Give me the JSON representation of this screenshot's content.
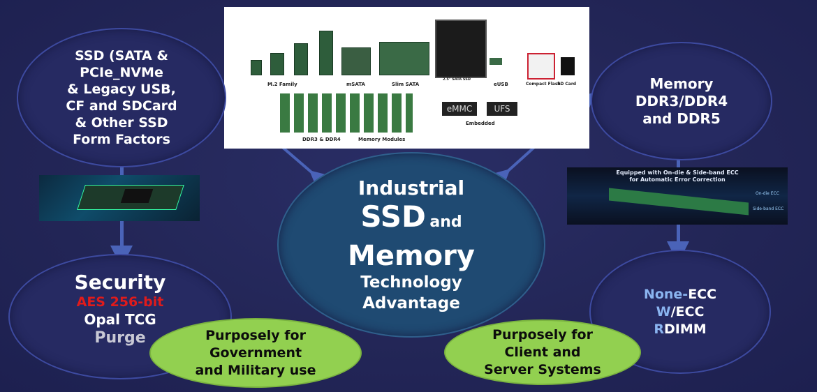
{
  "center": {
    "line1": "Industrial",
    "line2_big": "SSD",
    "line2_small": "and",
    "line3": "Memory",
    "line4": "Technology",
    "line5": "Advantage"
  },
  "ssd_circle": {
    "lines": [
      "SSD (SATA &",
      "PCIe_NVMe",
      "& Legacy USB,",
      "CF and SDCard",
      "& Other SSD",
      "Form Factors"
    ]
  },
  "memory_circle": {
    "lines": [
      "Memory",
      "DDR3/DDR4",
      "and DDR5"
    ]
  },
  "security_circle": {
    "title": "Security",
    "aes": "AES 256-bit",
    "opal": "Opal TCG",
    "purge": "Purge"
  },
  "ecc_circle": {
    "none_a": "None-",
    "none_b": "ECC",
    "w_a": "W",
    "w_b": "/ECC",
    "r_a": "R",
    "r_b": "DIMM"
  },
  "gov_bubble": {
    "lines": [
      "Purposely for",
      "Government",
      "and Military use"
    ]
  },
  "client_bubble": {
    "lines": [
      "Purposely for",
      "Client and",
      "Server Systems"
    ]
  },
  "product_panel": {
    "m2_label": "M.2 Family",
    "msata": "mSATA",
    "slim": "Slim SATA",
    "ssd25": "2.5\" SATA SSD",
    "eusb": "eUSB",
    "cf": "Compact Flash",
    "sd": "SD Card",
    "emmc": "eMMC",
    "ufs": "UFS",
    "embedded": "Embedded",
    "ddr": "DDR3 & DDR4",
    "modules": "Memory Modules"
  },
  "ecc_photo": {
    "caption1": "Equipped with On-die & Side-band ECC",
    "caption2": "for Automatic Error Correction",
    "ondie": "On-die ECC",
    "sideband": "Side-band ECC"
  },
  "colors": {
    "accent_blue": "#4a63b8",
    "green": "#92d050",
    "aes_red": "#e01b1b",
    "light_blue": "#8ab4f0",
    "purge_gray": "#c8c8d4"
  }
}
